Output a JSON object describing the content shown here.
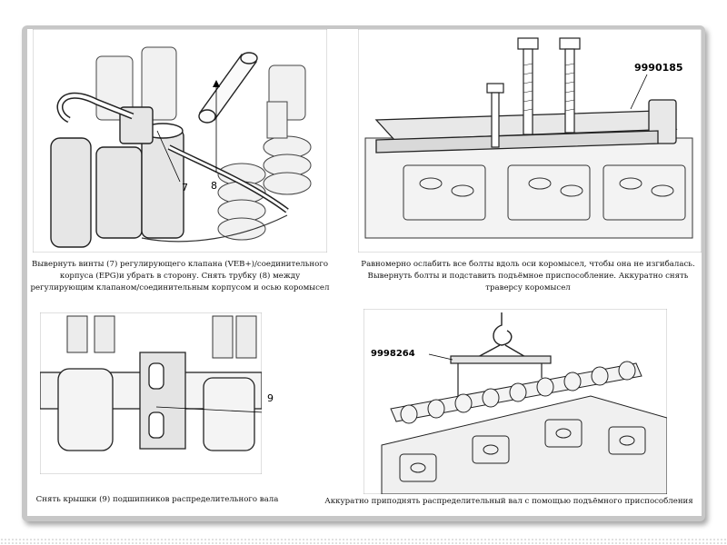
{
  "panels": {
    "top_left": {
      "caption": "Вывернуть винты (7) регулирующего клапана (VEB+)/соединительного корпуса (EPG)и убрать в сторону. Снять трубку (8) между регулирующим клапаном/соединительным корпусом и осью коромысел",
      "callouts": [
        "7",
        "8"
      ]
    },
    "top_right": {
      "caption": "Равномерно ослабить все болты вдоль оси коромысел, чтобы она не изгибалась. Вывернуть болты и подставить подъёмное приспособление. Аккуратно снять траверсу коромысел",
      "part_number": "9990185"
    },
    "bottom_left": {
      "caption": "Снять крышки (9) подшипников распределительного вала",
      "callouts": [
        "9"
      ]
    },
    "bottom_right": {
      "caption": "Аккуратно приподнять распределительный вал с помощью подъёмного приспособления",
      "part_number": "9998264"
    }
  }
}
